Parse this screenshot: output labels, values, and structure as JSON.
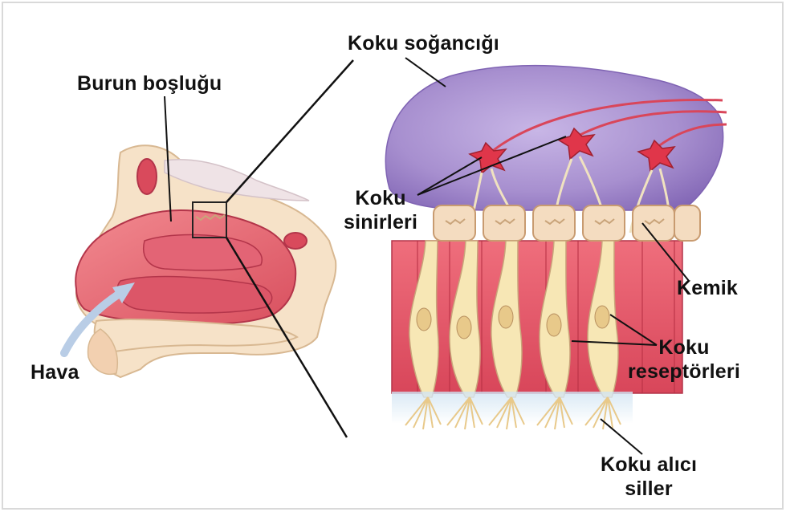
{
  "labels": {
    "olfactory_bulb": "Koku soğancığı",
    "nasal_cavity": "Burun boşluğu",
    "olfactory_nerves_line1": "Koku",
    "olfactory_nerves_line2": "sinirleri",
    "bone": "Kemik",
    "air": "Hava",
    "receptors_line1": "Koku",
    "receptors_line2": "reseptörleri",
    "cilia_line1": "Koku alıcı",
    "cilia_line2": "siller"
  },
  "colors": {
    "bulb": "#a78fcf",
    "bulb_dark": "#7f63b3",
    "tissue": "#e55a6a",
    "tissue_dark": "#c23a4e",
    "bone": "#f4dcc0",
    "receptor": "#f7e7b5",
    "neuron": "#e0364a",
    "air_arrow": "#b9cde6"
  }
}
